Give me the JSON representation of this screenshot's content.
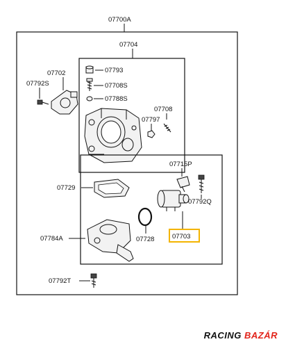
{
  "labels": {
    "assembly": "07700A",
    "throttle_body_group": "07704",
    "sensor": "07702",
    "sensor_screw": "07792S",
    "cap": "07793",
    "screw_s": "07708S",
    "screw_s2": "07788S",
    "nut": "07797",
    "stud": "07708",
    "bracket": "07715P",
    "gasket": "07729",
    "bolt_q": "07792Q",
    "idle_valve": "07703",
    "oring": "07728",
    "housing": "07784A",
    "bolt_t": "07792T"
  },
  "highlight": {
    "part": "07703",
    "color": "#f3b400"
  },
  "brand": {
    "part1": "RACING",
    "part2": "BAZÁR"
  }
}
